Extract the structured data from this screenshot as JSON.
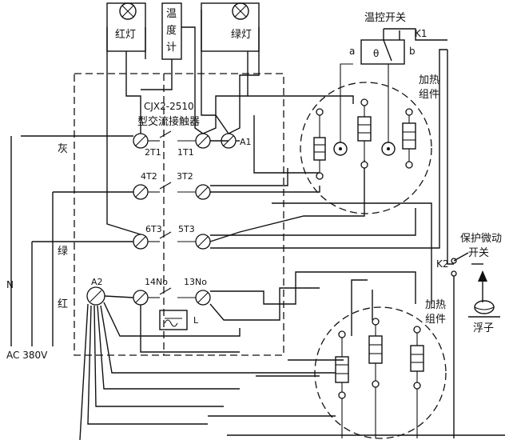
{
  "labels": {
    "red_lamp": "红灯",
    "thermometer_chars": [
      "温",
      "度",
      "计"
    ],
    "green_lamp": "绿灯",
    "temp_switch": "温控开关",
    "k1": "K1",
    "switch_a": "a",
    "switch_b": "b",
    "switch_theta": "θ",
    "heater_top": [
      "加热",
      "组件"
    ],
    "heater_bottom": [
      "加热",
      "组件"
    ],
    "contactor_model": "CJX2-2510",
    "contactor_name": "型交流接触器",
    "terminals": {
      "t2t1": "2T1",
      "t1t1": "1T1",
      "a1": "A1",
      "t4t2": "4T2",
      "t3t2": "3T2",
      "t6t3": "6T3",
      "t5t3": "5T3",
      "no14": "14No",
      "no13": "13No",
      "a2": "A2",
      "l": "L"
    },
    "gray": "灰",
    "green": "绿",
    "red": "红",
    "neutral": "N",
    "supply": "AC  380V",
    "k2": "K2",
    "protect_switch": [
      "保护微动",
      "开关"
    ],
    "float": "浮子"
  },
  "colors": {
    "line": "#111111",
    "background": "#ffffff"
  },
  "icons": [
    "lamp-icon",
    "heating-element-icon",
    "float-icon",
    "arrow-up-icon",
    "timer-relay-icon"
  ]
}
